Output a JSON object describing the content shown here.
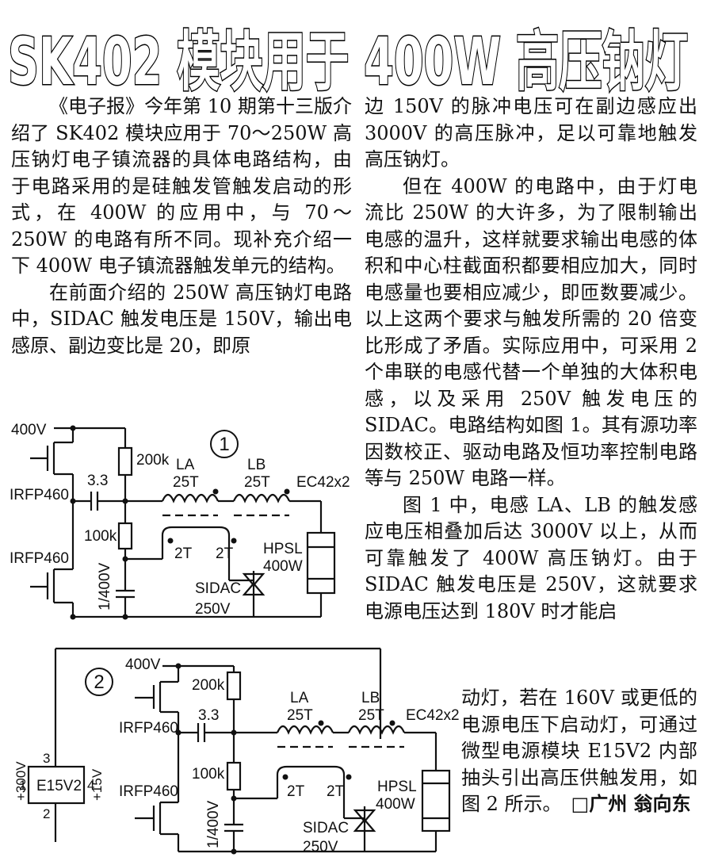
{
  "title": "SK402 模块用于 400W 高压钠灯",
  "paragraphs": [
    "《电子报》今年第 10 期第十三版介绍了 SK402 模块应用于 70～250W 高压钠灯电子镇流器的具体电路结构，由于电路采用的是硅触发管触发启动的形式，在 400W 的应用中，与 70～250W 的电路有所不同。现补充介绍一下 400W 电子镇流器触发单元的结构。",
    "在前面介绍的 250W 高压钠灯电路中，SIDAC 触发电压是 150V，输出电感原、副边变比是 20，即原边 150V 的脉冲电压可在副边感应出 3000V 的高压脉冲，足以可靠地触发高压钠灯。",
    "但在 400W 的电路中，由于灯电流比 250W 的大许多，为了限制输出电感的温升，这样就要求输出电感的体积和中心柱截面积都要相应加大，同时电感量也要相应减少，即匝数要减少。以上这两个要求与触发所需的 20 倍变比形成了矛盾。实际应用中，可采用 2 个串联的电感代替一个单独的大体积电感，以及采用 250V 触发电压的 SIDAC。电路结构如图 1。其有源功率因数校正、驱动电路及恒功率控制电路等与 250W 电路一样。",
    "图 1 中，电感 LA、LB 的触发感应电压相叠加后达 3000V 以上，从而可靠触发了 400W 高压钠灯。由于 SIDAC 触发电压是 250V，这就要求电源电压达到 180V 时才能启动灯，若在 160V 或更低的电源电压下启动灯，可通过微型电源模块 E15V2 内部抽头引出高压供触发用，如图 2 所示。"
  ],
  "text_blocks": {
    "left": "《电子报》今年第 10 期第十三版介绍了 SK402 模块应用于 70～250W 高压钠灯电子镇流器的具体电路结构，由于电路采用的是硅触发管触发启动的形式，在 400W 的应用中，与 70～250W 的电路有所不同。现补充介绍一下 400W 电子镇流器触发单元的结构。",
    "left_p2": "在前面介绍的 250W 高压钠灯电路中，SIDAC 触发电压是 150V，输出电感原、副边变比是 20，即原",
    "right_p2_end": "边 150V 的脉冲电压可在副边感应出 3000V 的高压脉冲，足以可靠地触发高压钠灯。",
    "right_p3": "但在 400W 的电路中，由于灯电流比 250W 的大许多，为了限制输出电感的温升，这样就要求输出电感的体积和中心柱截面积都要相应加大，同时电感量也要相应减少，即匝数要减少。以上这两个要求与触发所需的 20 倍变比形成了矛盾。实际应用中，可采用 2 个串联的电感代替一个单独的大体积电感，以及采用 250V 触发电压的 SIDAC。电路结构如图 1。其有源功率因数校正、驱动电路及恒功率控制电路等与 250W 电路一样。",
    "right_p4_a": "图 1 中，电感 LA、LB 的触发感应电压相叠加后达 3000V 以上，从而可靠触发了 400W 高压钠灯。由于 SIDAC 触发电压是 250V，这就要求电源电压达到 180V 时才能启",
    "right_p4_b": "动灯，若在 160V 或更低的电源电压下启动灯，可通过微型电源模块 E15V2 内部抽头引出高压供触发用，如图 2 所示。"
  },
  "author": "□广州 翁向东",
  "figure1": {
    "number": "1",
    "labels": {
      "v400": "400V",
      "mosfet_top": "IRFP460",
      "mosfet_bottom": "IRFP460",
      "cap": "3.3",
      "r_top": "200k",
      "r_mid": "100k",
      "cap_v": "1/400V",
      "la": "LA",
      "la_turns": "25T",
      "lb": "LB",
      "lb_turns": "25T",
      "ec": "EC42x2",
      "tap1": "2T",
      "tap2": "2T",
      "hpsl": "HPSL",
      "hpsl_w": "400W",
      "sidac": "SIDAC",
      "sidac_v": "250V"
    }
  },
  "figure2": {
    "number": "2",
    "labels": {
      "v400": "400V",
      "mosfet_top": "IRFP460",
      "mosfet_bottom": "IRFP460",
      "cap": "3.3",
      "r_top": "200k",
      "r_mid": "100k",
      "cap_v": "1/400V",
      "la": "LA",
      "la_turns": "25T",
      "lb": "LB",
      "lb_turns": "25T",
      "ec": "EC42x2",
      "tap1": "2T",
      "tap2": "2T",
      "hpsl": "HPSL",
      "hpsl_w": "400W",
      "sidac": "SIDAC",
      "sidac_v": "250V",
      "module": "E15V2",
      "pin3": "3",
      "pin1": "1",
      "pin4": "4",
      "pin2": "2",
      "v300": "+300V",
      "v15": "+15V"
    }
  }
}
